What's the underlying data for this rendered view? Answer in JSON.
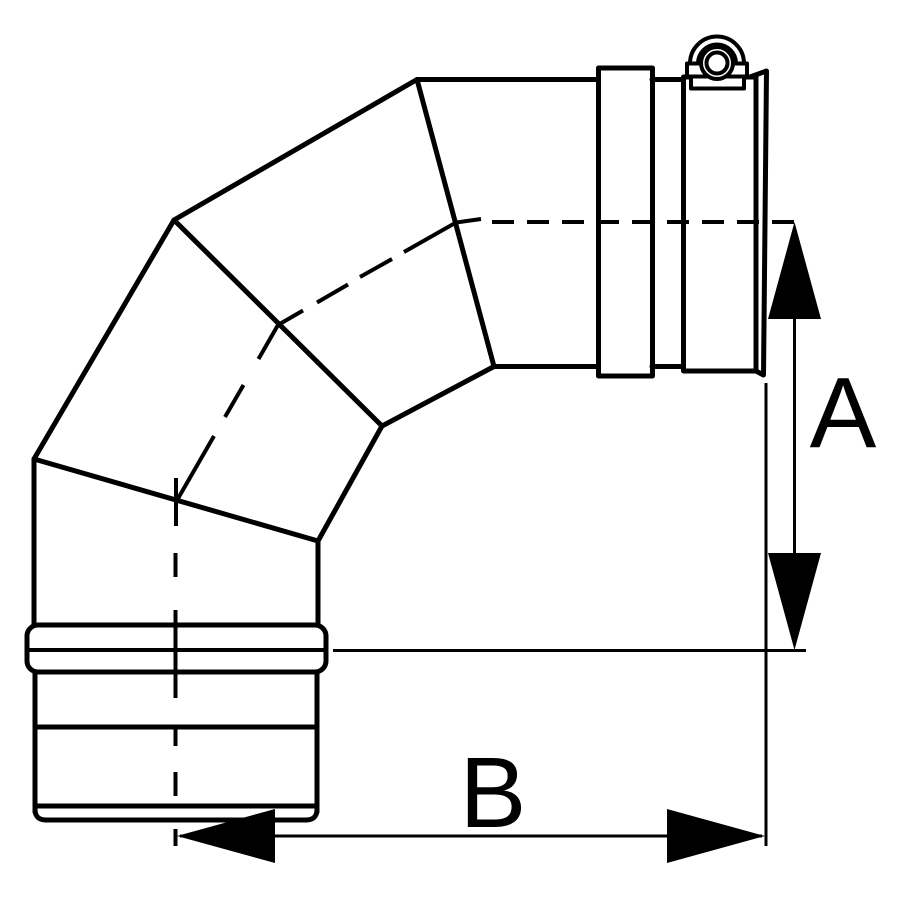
{
  "diagram": {
    "type": "technical-line-drawing",
    "subject": "90-degree segmented flue pipe elbow, side view, with socket bead at bottom end and locking-band clamp with screw at right male end",
    "background_color": "#ffffff",
    "line_color": "#000000",
    "labels": {
      "dimension_a": "A",
      "dimension_b": "B"
    }
  }
}
